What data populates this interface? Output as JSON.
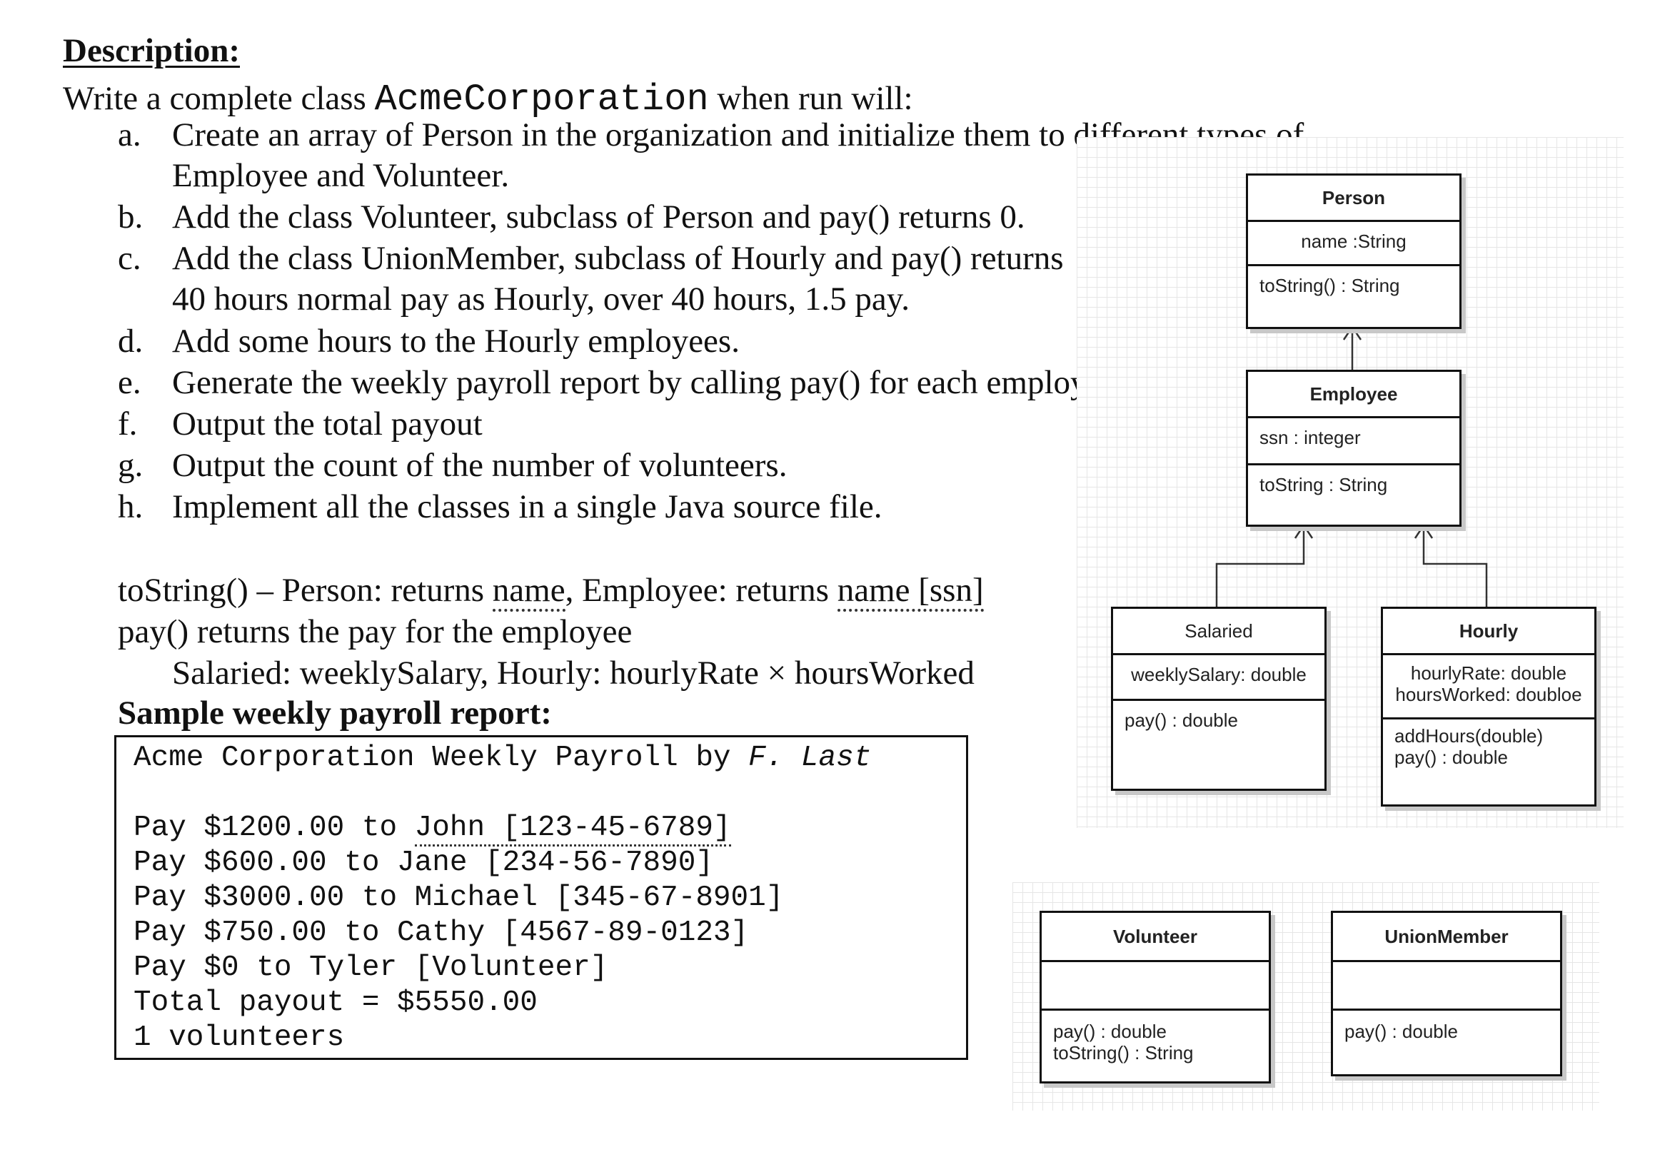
{
  "heading": "Description:",
  "intro": {
    "before": "Write a complete class ",
    "class_name": "AcmeCorporation",
    "after": " when run will:"
  },
  "requirements": [
    {
      "letter": "a.",
      "lines": [
        "Create an array of Person in the organization and initialize them to different types of",
        "Employee and Volunteer."
      ]
    },
    {
      "letter": "b.",
      "lines": [
        "Add the class Volunteer, subclass of Person and pay() returns 0."
      ]
    },
    {
      "letter": "c.",
      "lines": [
        "Add the class UnionMember, subclass of Hourly and pay() returns",
        "40 hours normal pay as Hourly, over 40 hours, 1.5 pay."
      ]
    },
    {
      "letter": "d.",
      "lines": [
        "Add some hours to the Hourly employees."
      ]
    },
    {
      "letter": "e.",
      "lines": [
        "Generate the weekly payroll report by calling pay() for each employee."
      ]
    },
    {
      "letter": "f.",
      "lines": [
        "Output the total payout"
      ]
    },
    {
      "letter": "g.",
      "lines": [
        "Output the count of the number of volunteers."
      ]
    },
    {
      "letter": "h.",
      "lines": [
        "Implement all the classes in a single Java source file."
      ]
    }
  ],
  "notes": {
    "tostring_prefix": "toString() – Person: returns ",
    "tostring_name": "name",
    "tostring_mid": ",  Employee: returns ",
    "tostring_name_ssn": "name [ssn]",
    "pay_line": "pay() returns the pay for the employee",
    "pay_detail": "Salaried: weeklySalary, Hourly: hourlyRate × hoursWorked"
  },
  "sample_title": "Sample weekly payroll report:",
  "report": {
    "header_prefix": "Acme Corporation Weekly Payroll by ",
    "header_author": "F. Last",
    "john_prefix": "Pay $1200.00 to ",
    "john_name": "John [123-45-6789]",
    "lines": [
      "Pay $600.00 to Jane [234-56-7890]",
      "Pay $3000.00 to Michael [345-67-8901]",
      "Pay $750.00 to Cathy [4567-89-0123]",
      "Pay $0 to Tyler [Volunteer]",
      "Total payout = $5550.00",
      "1 volunteers"
    ]
  },
  "uml": {
    "person": {
      "name": "Person",
      "attrs": [
        "name :String"
      ],
      "ops": [
        "toString() : String"
      ]
    },
    "employee": {
      "name": "Employee",
      "attrs": [
        "ssn : integer"
      ],
      "ops": [
        "toString : String"
      ]
    },
    "salaried": {
      "name": "Salaried",
      "attrs": [
        "weeklySalary: double"
      ],
      "ops": [
        "pay() : double"
      ]
    },
    "hourly": {
      "name": "Hourly",
      "attrs": [
        "hourlyRate: double",
        "hoursWorked: doubloe"
      ],
      "ops": [
        "addHours(double)",
        "pay() : double"
      ]
    },
    "volunteer": {
      "name": "Volunteer",
      "attrs": [],
      "ops": [
        "pay() : double",
        "toString() : String"
      ]
    },
    "unionmember": {
      "name": "UnionMember",
      "attrs": [],
      "ops": [
        "pay() : double"
      ]
    }
  }
}
